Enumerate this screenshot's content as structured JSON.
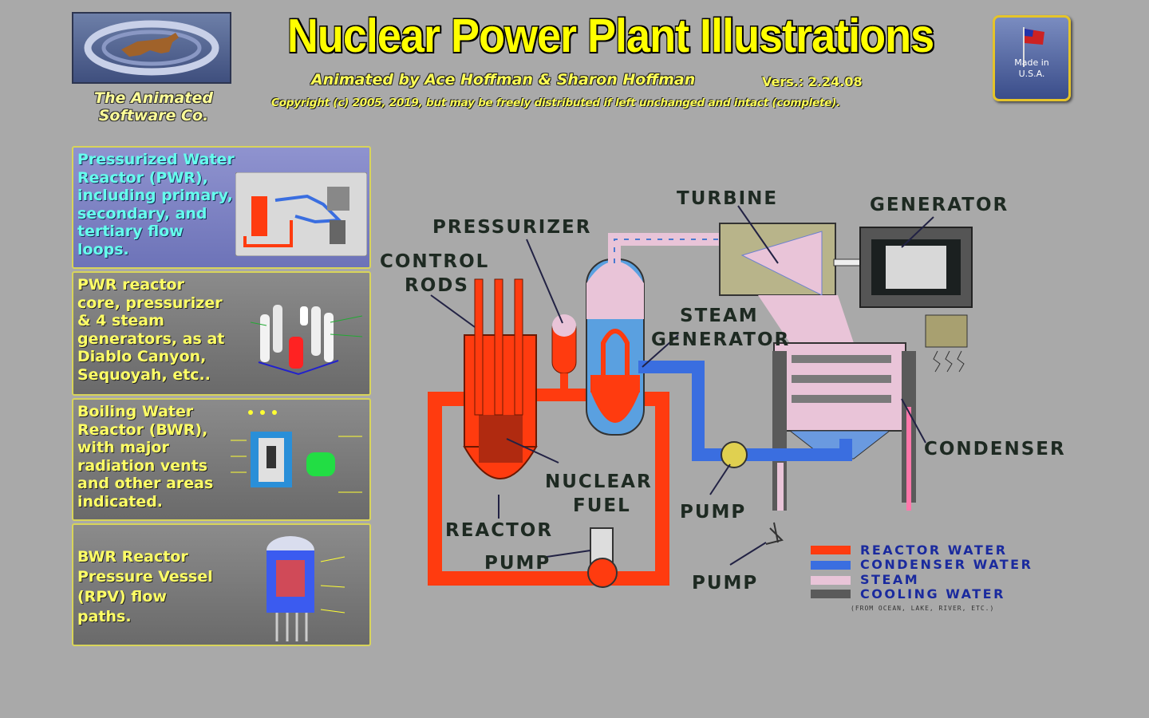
{
  "header": {
    "title": "Nuclear Power Plant Illustrations",
    "subtitle": "Animated by Ace Hoffman & Sharon Hoffman",
    "version": "Vers.: 2.24.08",
    "copyright": "Copyright (c) 2005, 2019, but may be freely distributed if left unchanged and intact (complete).",
    "company_line1": "The Animated",
    "company_line2": "Software Co.",
    "badge_line1": "Made in",
    "badge_line2": "U.S.A."
  },
  "cards": [
    {
      "text": "Pressurized Water\nReactor (PWR),\nincluding primary,\nsecondary, and\ntertiary flow\nloops."
    },
    {
      "text": "PWR reactor\ncore, pressurizer\n& 4 steam\ngenerators, as at\nDiablo Canyon,\nSequoyah, etc.."
    },
    {
      "text": "Boiling Water\nReactor (BWR),\nwith major\nradiation vents\nand other areas\nindicated."
    },
    {
      "text": "BWR Reactor\nPressure Vessel\n(RPV) flow\npaths."
    }
  ],
  "diagram": {
    "labels": {
      "turbine": "TURBINE",
      "generator": "GENERATOR",
      "pressurizer": "PRESSURIZER",
      "control": "CONTROL",
      "rods": "RODS",
      "steam": "STEAM",
      "generator2": "GENERATOR",
      "condenser": "CONDENSER",
      "nuclear": "NUCLEAR",
      "fuel": "FUEL",
      "reactor": "REACTOR",
      "pump1": "PUMP",
      "pump2": "PUMP",
      "pump3": "PUMP"
    },
    "legend": [
      {
        "label": "REACTOR WATER",
        "color": "#ff3b0f"
      },
      {
        "label": "CONDENSER WATER",
        "color": "#3a6ee0"
      },
      {
        "label": "STEAM",
        "color": "#e9c4d8"
      },
      {
        "label": "COOLING WATER",
        "color": "#5a5a5a"
      }
    ],
    "legend_note": "(FROM OCEAN, LAKE, RIVER, ETC.)"
  },
  "colors": {
    "background": "#a9a9a9",
    "title": "#ffff00",
    "reactor_water": "#ff3b0f",
    "condenser_water": "#3a6ee0",
    "steam": "#e9c4d8",
    "cooling_water": "#5a5a5a"
  }
}
